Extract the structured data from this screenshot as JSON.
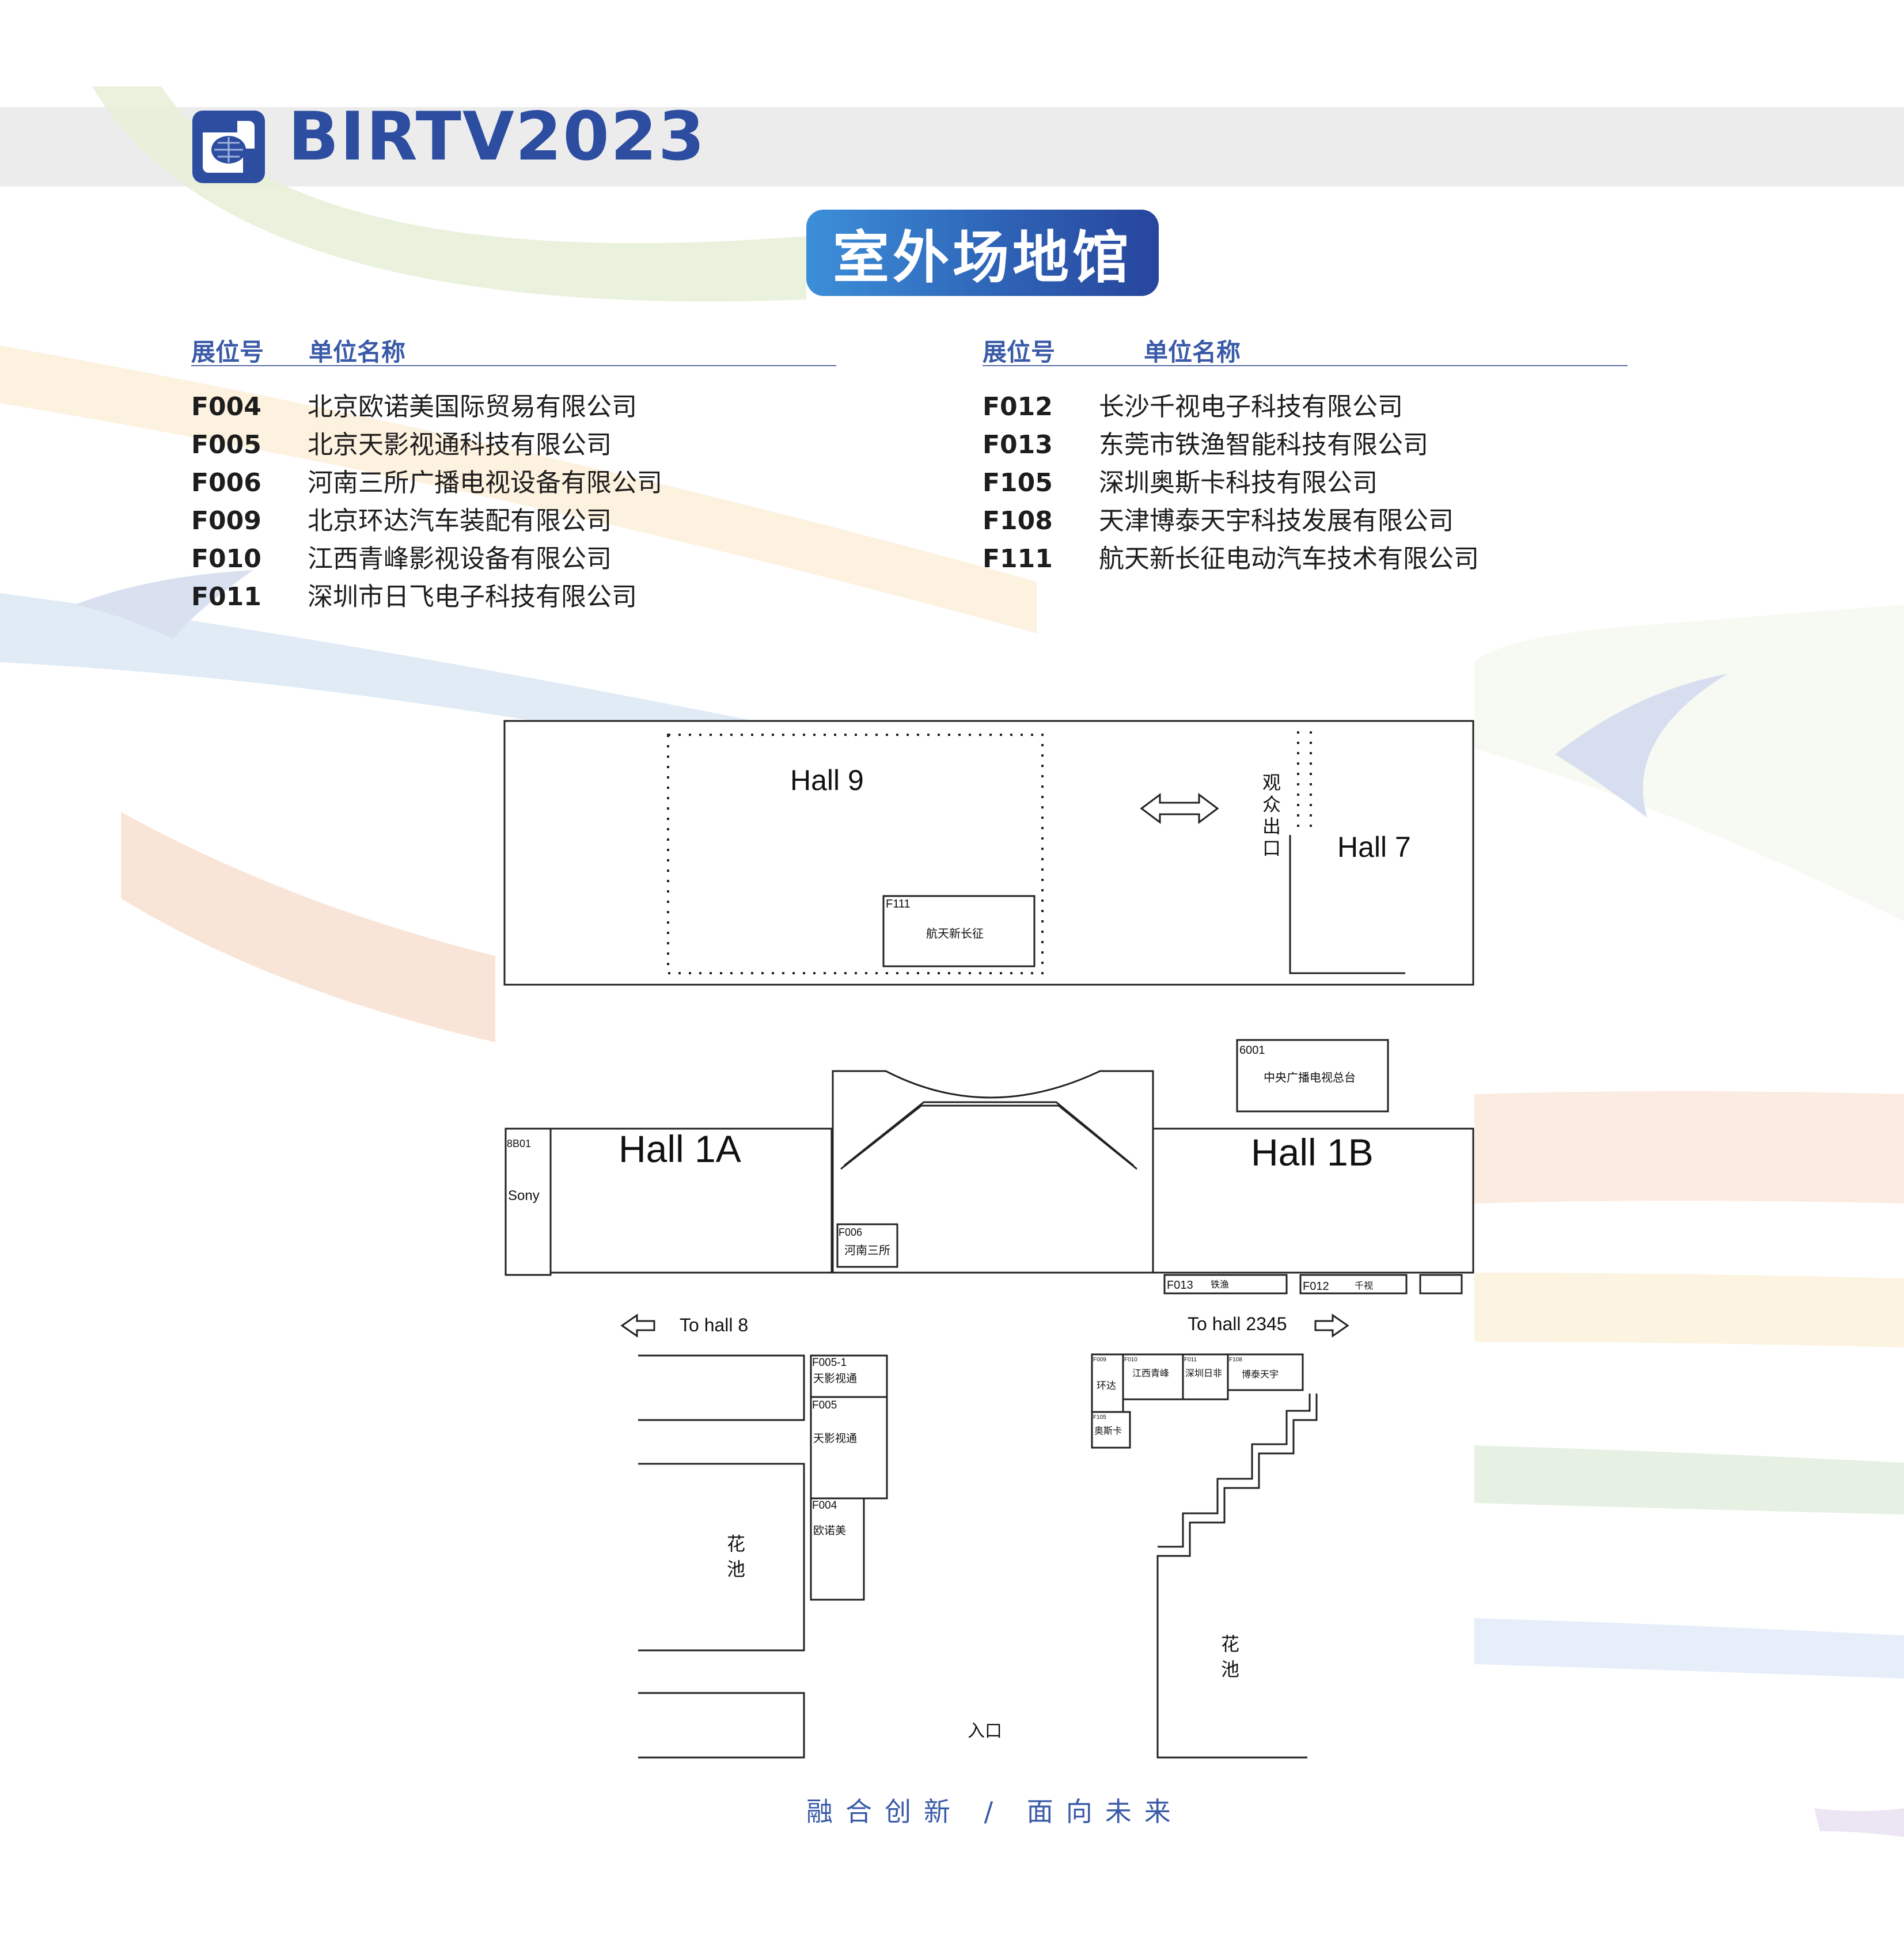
{
  "brand": {
    "title": "BIRTV2023"
  },
  "section_title": "室外场地馆",
  "table_headers": {
    "left": {
      "booth": "展位号",
      "company": "单位名称"
    },
    "right": {
      "booth": "展位号",
      "company": "单位名称"
    }
  },
  "exhibitors_left": [
    {
      "code": "F004",
      "name": "北京欧诺美国际贸易有限公司"
    },
    {
      "code": "F005",
      "name": "北京天影视通科技有限公司"
    },
    {
      "code": "F006",
      "name": "河南三所广播电视设备有限公司"
    },
    {
      "code": "F009",
      "name": "北京环达汽车装配有限公司"
    },
    {
      "code": "F010",
      "name": "江西青峰影视设备有限公司"
    },
    {
      "code": "F011",
      "name": "深圳市日飞电子科技有限公司"
    }
  ],
  "exhibitors_right": [
    {
      "code": "F012",
      "name": "长沙千视电子科技有限公司"
    },
    {
      "code": "F013",
      "name": "东莞市铁渔智能科技有限公司"
    },
    {
      "code": "F105",
      "name": "深圳奥斯卡科技有限公司"
    },
    {
      "code": "F108",
      "name": "天津博泰天宇科技发展有限公司"
    },
    {
      "code": "F111",
      "name": "航天新长征电动汽车技术有限公司"
    }
  ],
  "map": {
    "halls": {
      "hall9": "Hall 9",
      "hall7": "Hall 7",
      "hall1a": "Hall 1A",
      "hall1b": "Hall 1B"
    },
    "audience_exit": [
      "观",
      "众",
      "出",
      "口"
    ],
    "directions": {
      "to_hall8": "To hall 8",
      "to_hall2345": "To hall 2345"
    },
    "entrance": "入口",
    "flower_bed": [
      "花",
      "池"
    ],
    "booths": {
      "f111": {
        "code": "F111",
        "name": "航天新长征"
      },
      "b6001": {
        "code": "6001",
        "name": "中央广播电视总台"
      },
      "b8b01": {
        "code": "8B01",
        "name": "Sony"
      },
      "f006": {
        "code": "F006",
        "name": "河南三所"
      },
      "f013": {
        "code": "F013",
        "name": "铁渔"
      },
      "f012": {
        "code": "F012",
        "name": "千视"
      },
      "f005_1": {
        "code": "F005-1",
        "name": "天影视通"
      },
      "f005": {
        "code": "F005",
        "name": "天影视通"
      },
      "f004": {
        "code": "F004",
        "name": "欧诺美"
      },
      "f009": {
        "code": "F009",
        "name": "环达"
      },
      "f010": {
        "code": "F010",
        "name": "江西青峰"
      },
      "f011": {
        "code": "F011",
        "name": "深圳日非"
      },
      "f108": {
        "code": "F108",
        "name": "博泰天宇"
      },
      "f105": {
        "code": "F105",
        "name": "奥斯卡"
      }
    }
  },
  "slogan": "融合创新 / 面向未来",
  "colors": {
    "brand_blue": "#2d4da1",
    "badge_blue": "#2e63b6"
  }
}
